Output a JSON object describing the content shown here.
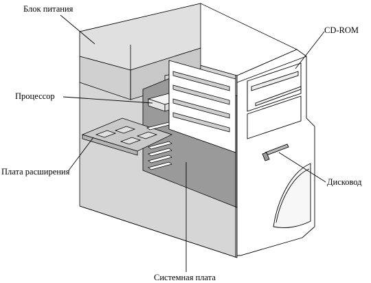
{
  "labels": {
    "psu": "Блок питания",
    "cdrom": "CD-ROM",
    "cpu": "Процессор",
    "expansion": "Плата расширения",
    "floppy": "Дисковод",
    "motherboard": "Системная плата"
  },
  "colors": {
    "panel_gray": "#d4d4d4",
    "board_gray": "#999999",
    "case_white": "#ffffff",
    "outline": "#000000"
  }
}
